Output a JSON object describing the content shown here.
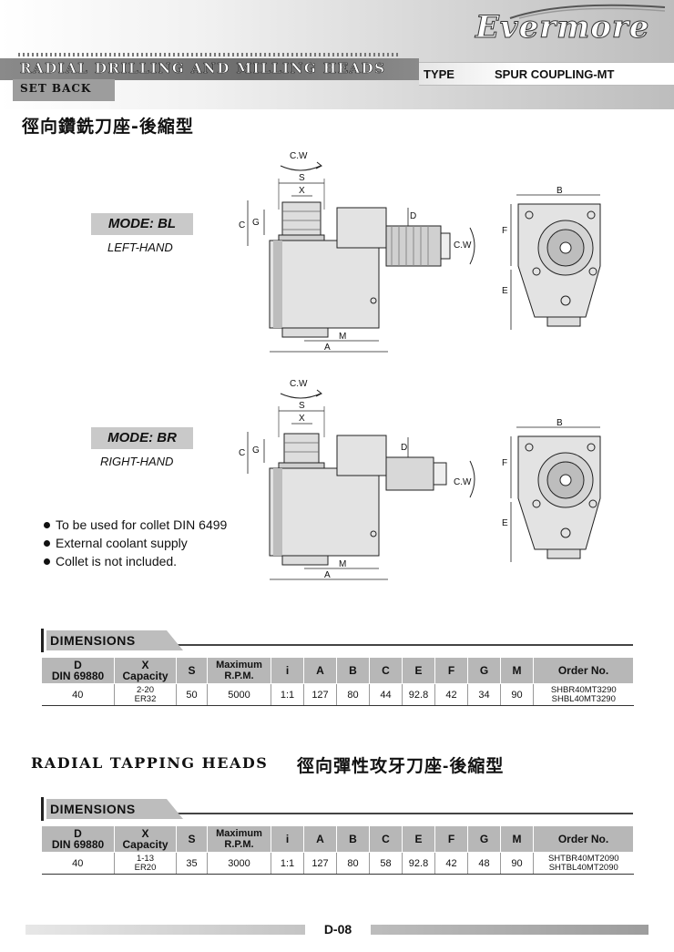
{
  "header": {
    "brand": "Evermore",
    "title": "RADIAL DRILLING AND MILLING HEADS",
    "subtitle": "SET BACK",
    "type_label": "TYPE",
    "type_value": "SPUR COUPLING-MT",
    "zh_title": "徑向鑽銑刀座-後縮型"
  },
  "modes": [
    {
      "label": "MODE: BL",
      "hand": "LEFT-HAND"
    },
    {
      "label": "MODE: BR",
      "hand": "RIGHT-HAND"
    }
  ],
  "drawing_labels": {
    "cw": "C.W",
    "s": "S",
    "x": "X",
    "c": "C",
    "g": "G",
    "d": "D",
    "m": "M",
    "a": "A",
    "b": "B",
    "e": "E",
    "f": "F"
  },
  "notes": [
    "To be used for collet DIN 6499",
    "External coolant supply",
    "Collet is not included."
  ],
  "dimensions_label": "DIMENSIONS",
  "table_headers": [
    {
      "line1": "D",
      "line2": "DIN 69880"
    },
    {
      "line1": "X",
      "line2": "Capacity"
    },
    {
      "line1": "S",
      "line2": ""
    },
    {
      "line1": "Maximum",
      "line2": "R.P.M."
    },
    {
      "line1": "i",
      "line2": ""
    },
    {
      "line1": "A",
      "line2": ""
    },
    {
      "line1": "B",
      "line2": ""
    },
    {
      "line1": "C",
      "line2": ""
    },
    {
      "line1": "E",
      "line2": ""
    },
    {
      "line1": "F",
      "line2": ""
    },
    {
      "line1": "G",
      "line2": ""
    },
    {
      "line1": "M",
      "line2": ""
    },
    {
      "line1": "Order No.",
      "line2": ""
    }
  ],
  "table1_row": {
    "d": "40",
    "x1": "2-20",
    "x2": "ER32",
    "s": "50",
    "rpm": "5000",
    "i": "1:1",
    "a": "127",
    "b": "80",
    "c": "44",
    "e": "92.8",
    "f": "42",
    "g": "34",
    "m": "90",
    "order1": "SHBR40MT3290",
    "order2": "SHBL40MT3290"
  },
  "tapping": {
    "title_en": "RADIAL TAPPING HEADS",
    "title_zh": "徑向彈性攻牙刀座-後縮型"
  },
  "table2_row": {
    "d": "40",
    "x1": "1-13",
    "x2": "ER20",
    "s": "35",
    "rpm": "3000",
    "i": "1:1",
    "a": "127",
    "b": "80",
    "c": "58",
    "e": "92.8",
    "f": "42",
    "g": "48",
    "m": "90",
    "order1": "SHTBR40MT2090",
    "order2": "SHTBL40MT2090"
  },
  "footer": {
    "page": "D-08"
  }
}
